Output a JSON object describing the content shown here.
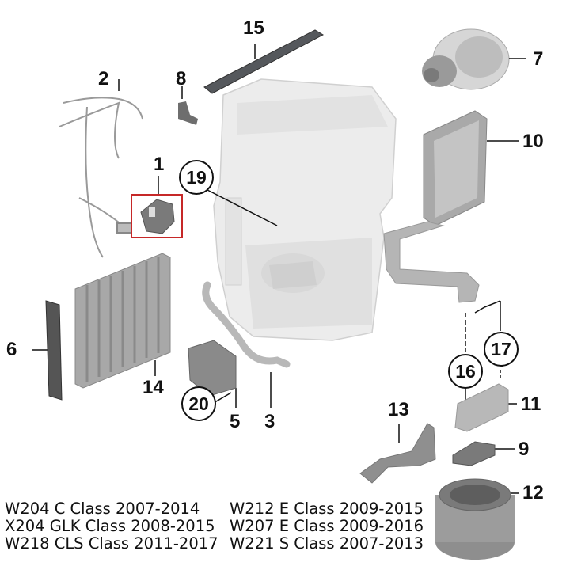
{
  "diagram": {
    "type": "exploded-parts-diagram",
    "subject": "HVAC heater / blower housing assembly",
    "highlight_color": "#c62828",
    "highlighted_part": "1",
    "callouts": [
      {
        "id": "1",
        "label": "1",
        "style": "plain"
      },
      {
        "id": "2",
        "label": "2",
        "style": "plain"
      },
      {
        "id": "3",
        "label": "3",
        "style": "plain"
      },
      {
        "id": "5",
        "label": "5",
        "style": "plain"
      },
      {
        "id": "6",
        "label": "6",
        "style": "plain"
      },
      {
        "id": "7",
        "label": "7",
        "style": "plain"
      },
      {
        "id": "8",
        "label": "8",
        "style": "plain"
      },
      {
        "id": "9",
        "label": "9",
        "style": "plain"
      },
      {
        "id": "10",
        "label": "10",
        "style": "plain"
      },
      {
        "id": "11",
        "label": "11",
        "style": "plain"
      },
      {
        "id": "12",
        "label": "12",
        "style": "plain"
      },
      {
        "id": "13",
        "label": "13",
        "style": "plain"
      },
      {
        "id": "14",
        "label": "14",
        "style": "plain"
      },
      {
        "id": "15",
        "label": "15",
        "style": "plain"
      },
      {
        "id": "16",
        "label": "16",
        "style": "circled"
      },
      {
        "id": "17",
        "label": "17",
        "style": "circled"
      },
      {
        "id": "19",
        "label": "19",
        "style": "circled"
      },
      {
        "id": "20",
        "label": "20",
        "style": "circled"
      }
    ]
  },
  "compatibility": {
    "left": [
      "W204 C Class 2007-2014",
      "X204 GLK Class 2008-2015",
      "W218 CLS Class 2011-2017"
    ],
    "right": [
      "W212 E Class 2009-2015",
      "W207 E Class 2009-2016",
      "W221 S Class 2007-2013"
    ]
  }
}
